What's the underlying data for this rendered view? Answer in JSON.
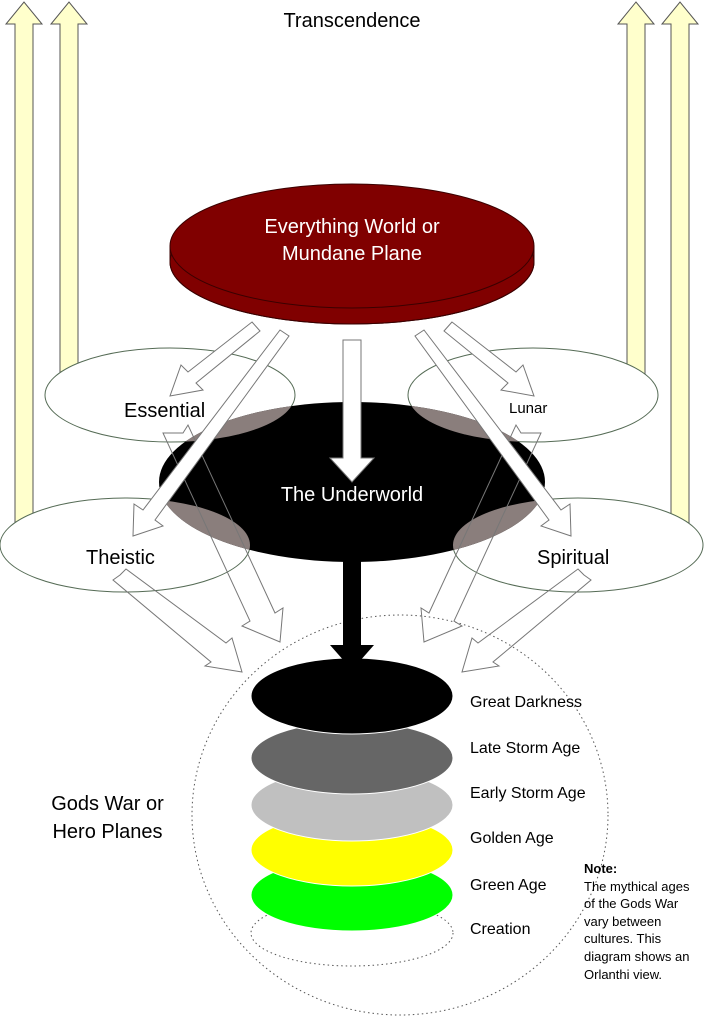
{
  "top_label": "Transcendence",
  "mundane": {
    "line1": "Everything World or",
    "line2": "Mundane Plane"
  },
  "underworld": "The Underworld",
  "otherworlds": {
    "essential": "Essential",
    "lunar": "Lunar",
    "theistic": "Theistic",
    "spiritual": "Spiritual"
  },
  "gods_war": "Gods War or\nHero Planes",
  "ages": [
    {
      "label": "Great Darkness",
      "color": "#000000"
    },
    {
      "label": "Late Storm Age",
      "color": "#666666"
    },
    {
      "label": "Early Storm Age",
      "color": "#c0c0c0"
    },
    {
      "label": "Golden Age",
      "color": "#ffff00"
    },
    {
      "label": "Green Age",
      "color": "#00ff00"
    },
    {
      "label": "Creation",
      "color": "#ffffff"
    }
  ],
  "note": {
    "title": "Note:",
    "text": "The mythical ages of the Gods War vary between cultures. This diagram shows an Orlanthi view."
  },
  "colors": {
    "mundane_fill": "#800000",
    "transcendence_arrow": "#ffffcc",
    "overlap": "#8a7e7c"
  }
}
